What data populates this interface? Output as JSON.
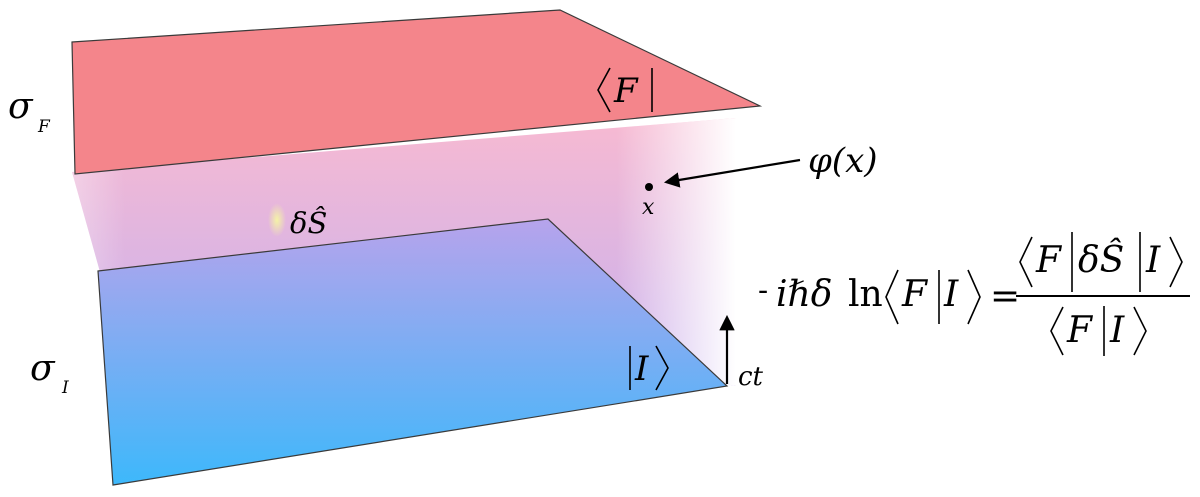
{
  "colors": {
    "final_surface_fill": "#f4858b",
    "initial_surface_top": "#b7a3ec",
    "initial_surface_bottom": "#3db8fb",
    "volume_tint_top": "#f7b6cf",
    "volume_tint_bottom": "#c0a8ee",
    "source_highlight": "#f4f3a6",
    "outline": "#3a3a3a"
  },
  "labels": {
    "sigma": "σ",
    "sub_f": "F",
    "sub_i": "I",
    "bra_f_text": "F",
    "ket_i_text": "I",
    "delta_s": "δŜ",
    "field": "φ(x)",
    "point_x": "x",
    "ct": "ct"
  },
  "equation": {
    "lhs_minus": "-",
    "lhs_prefix": "iℏδ",
    "lhs_ln": "ln",
    "lhs_bra": "F",
    "lhs_ket": "I",
    "equals": "=",
    "num_bra": "F",
    "num_op": "δŜ",
    "num_ket": "I",
    "den_bra": "F",
    "den_ket": "I"
  }
}
